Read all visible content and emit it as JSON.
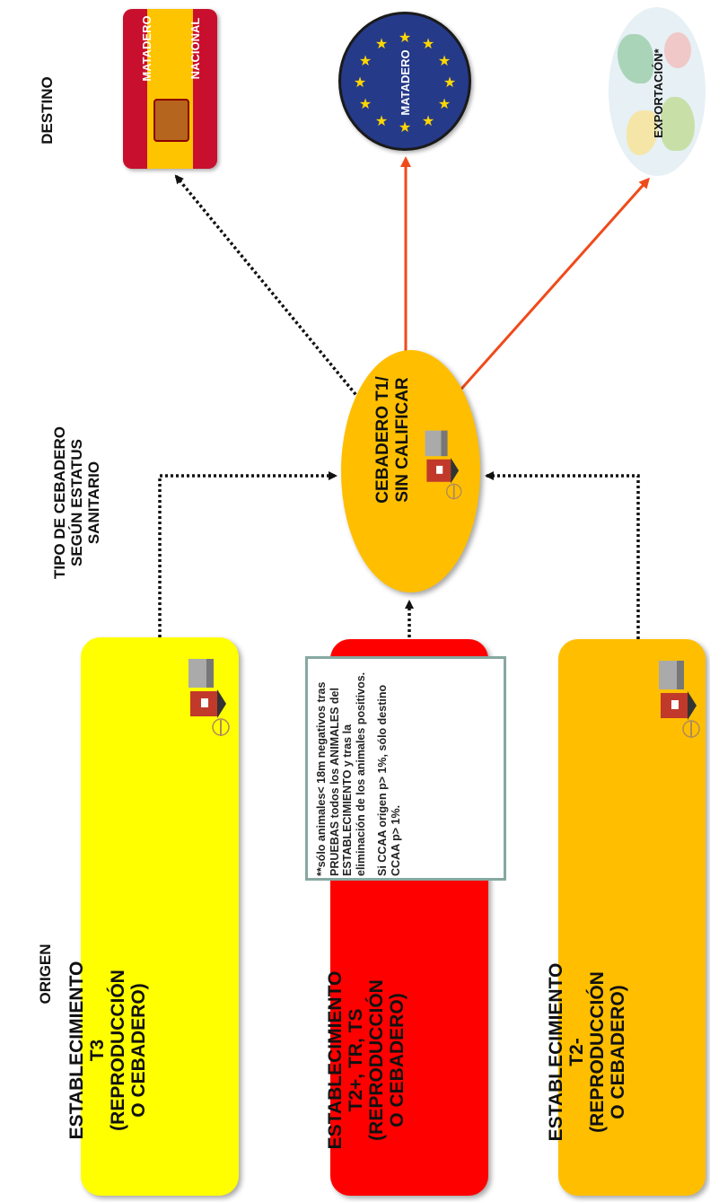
{
  "headers": {
    "origin": "ORIGEN",
    "middle": "TIPO DE CEBADERO\nSEGÚN ESTATUS\nSANITARIO",
    "destination": "DESTINO"
  },
  "origin_boxes": [
    {
      "label": "ESTABLECIMIENTO\nT3\n(REPRODUCCIÓN\nO CEBADERO)",
      "color": "#ffff00"
    },
    {
      "label": "ESTABLECIMIENTO\nT2+, TR, TS\n(REPRODUCCIÓN\nO CEBADERO)",
      "color": "#ff0000"
    },
    {
      "label": "ESTABLECIMIENTO\nT2-\n(REPRODUCCIÓN\nO CEBADERO)",
      "color": "#ffbf00"
    }
  ],
  "center": {
    "label": "CEBADERO T1/\nSIN CALIFICAR",
    "color": "#ffbf00"
  },
  "note": {
    "paragraph1": "**sólo animales< 18m negativos tras PRUEBAS todos los ANIMALES del ESTABLECIMIENTO y tras la eliminación de los animales positivos.",
    "paragraph2": "Si CCAA origen p> 1%, sólo destino CCAA p> 1%."
  },
  "destinations": [
    {
      "label_1": "MATADERO",
      "label_2": "NACIONAL",
      "icon": "spain-flag-icon"
    },
    {
      "label_1": "MATADERO",
      "icon": "eu-flag-icon"
    },
    {
      "label_1": "EXPORTACIÓN*",
      "icon": "world-map-icon"
    }
  ],
  "colors": {
    "dotted_arrow": "#111111",
    "solid_arrow": "#f04a1a",
    "note_border": "#86a8a0"
  }
}
